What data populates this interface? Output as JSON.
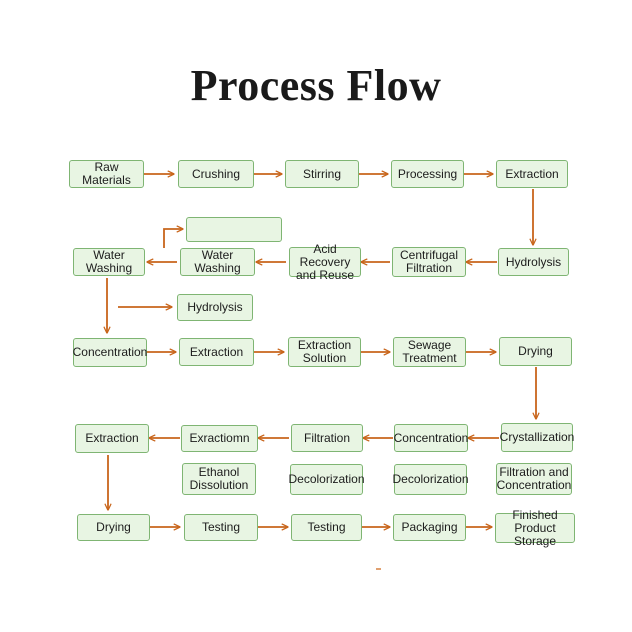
{
  "title": "Process Flow",
  "colors": {
    "node_fill": "#e8f5e3",
    "node_border": "#7fb573",
    "arrow": "#c8651b"
  },
  "nodes": {
    "raw_materials": "Raw Materials",
    "crushing": "Crushing",
    "stirring": "Stirring",
    "processing": "Processing",
    "extraction_1": "Extraction",
    "hydrolysis_1": "Hydrolysis",
    "centrifugal_filtration": "Centrifugal\nFiltration",
    "acid_recovery": "Acid Recovery\nand Reuse",
    "water_washing_2": "Water Washing",
    "water_washing_1": "Water Washing",
    "blank_box": "",
    "hydrolysis_2": "Hydrolysis",
    "concentration_1": "Concentration",
    "extraction_2": "Extraction",
    "extraction_solution": "Extraction\nSolution",
    "sewage_treatment": "Sewage\nTreatment",
    "drying_1": "Drying",
    "crystallization": "Crystallization",
    "concentration_2": "Concentration",
    "filtration": "Filtration",
    "garbled_box": "Exractiomn",
    "extraction_3": "Extraction",
    "ethanol_dissolution": "Ethanol\nDissolution",
    "decolorization_1": "Decolorization",
    "decolorization_2": "Decolorization",
    "filtration_concentration": "Filtration and\nConcentration",
    "drying_2": "Drying",
    "testing_1": "Testing",
    "testing_2": "Testing",
    "packaging": "Packaging",
    "finished_storage": "Finished\nProduct Storage"
  }
}
